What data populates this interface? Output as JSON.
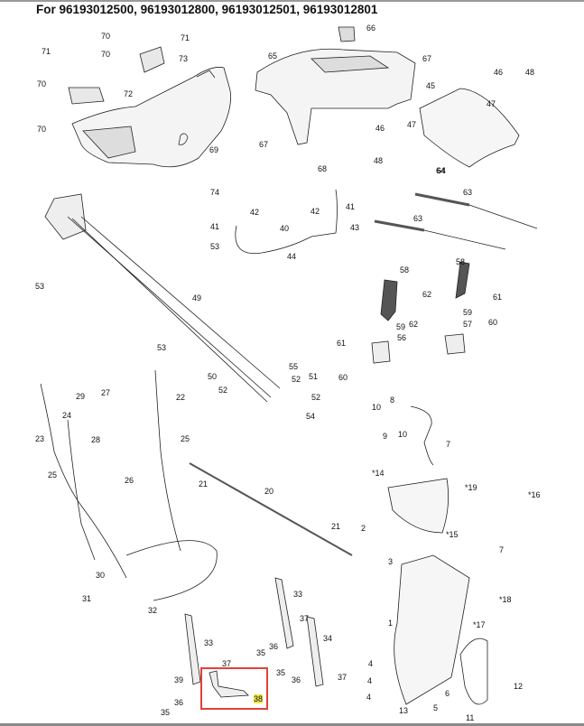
{
  "header": {
    "title": "For 96193012500,  96193012800, 96193012501, 96193012801"
  },
  "highlight": {
    "part_number": "38",
    "box_color": "#e0413a",
    "label_highlight_color": "#f3e84a"
  },
  "parts": [
    {
      "id": "p70a",
      "label": "70"
    },
    {
      "id": "p71a",
      "label": "71"
    },
    {
      "id": "p70b",
      "label": "70"
    },
    {
      "id": "p73",
      "label": "73"
    },
    {
      "id": "p71b",
      "label": "71"
    },
    {
      "id": "p70c",
      "label": "70"
    },
    {
      "id": "p72",
      "label": "72"
    },
    {
      "id": "p70d",
      "label": "70"
    },
    {
      "id": "p69",
      "label": "69"
    },
    {
      "id": "p66",
      "label": "66"
    },
    {
      "id": "p65",
      "label": "65"
    },
    {
      "id": "p67a",
      "label": "67"
    },
    {
      "id": "p67b",
      "label": "67"
    },
    {
      "id": "p68",
      "label": "68"
    },
    {
      "id": "p46a",
      "label": "46"
    },
    {
      "id": "p47a",
      "label": "47"
    },
    {
      "id": "p48a",
      "label": "48"
    },
    {
      "id": "p45",
      "label": "45"
    },
    {
      "id": "p46b",
      "label": "46"
    },
    {
      "id": "p48b",
      "label": "48"
    },
    {
      "id": "p47b",
      "label": "47"
    },
    {
      "id": "p64a",
      "label": "64"
    },
    {
      "id": "p74",
      "label": "74"
    },
    {
      "id": "p42a",
      "label": "42"
    },
    {
      "id": "p41a",
      "label": "41"
    },
    {
      "id": "p42b",
      "label": "42"
    },
    {
      "id": "p41b",
      "label": "41"
    },
    {
      "id": "p43",
      "label": "43"
    },
    {
      "id": "p40",
      "label": "40"
    },
    {
      "id": "p44",
      "label": "44"
    },
    {
      "id": "p53a",
      "label": "53"
    },
    {
      "id": "p53b",
      "label": "53"
    },
    {
      "id": "p49",
      "label": "49"
    },
    {
      "id": "p64b",
      "label": "64"
    },
    {
      "id": "p63a",
      "label": "63"
    },
    {
      "id": "p63b",
      "label": "63"
    },
    {
      "id": "p58a",
      "label": "58"
    },
    {
      "id": "p58b",
      "label": "58"
    },
    {
      "id": "p62a",
      "label": "62"
    },
    {
      "id": "p61a",
      "label": "61"
    },
    {
      "id": "p62b",
      "label": "62"
    },
    {
      "id": "p59a",
      "label": "59"
    },
    {
      "id": "p59b",
      "label": "59"
    },
    {
      "id": "p57",
      "label": "57"
    },
    {
      "id": "p56",
      "label": "56"
    },
    {
      "id": "p60a",
      "label": "60"
    },
    {
      "id": "p61b",
      "label": "61"
    },
    {
      "id": "p60b",
      "label": "60"
    },
    {
      "id": "p53c",
      "label": "53"
    },
    {
      "id": "p55",
      "label": "55"
    },
    {
      "id": "p50",
      "label": "50"
    },
    {
      "id": "p52a",
      "label": "52"
    },
    {
      "id": "p51",
      "label": "51"
    },
    {
      "id": "p52b",
      "label": "52"
    },
    {
      "id": "p52c",
      "label": "52"
    },
    {
      "id": "p54",
      "label": "54"
    },
    {
      "id": "p27",
      "label": "27"
    },
    {
      "id": "p29",
      "label": "29"
    },
    {
      "id": "p22",
      "label": "22"
    },
    {
      "id": "p24",
      "label": "24"
    },
    {
      "id": "p28",
      "label": "28"
    },
    {
      "id": "p23",
      "label": "23"
    },
    {
      "id": "p25a",
      "label": "25"
    },
    {
      "id": "p25b",
      "label": "25"
    },
    {
      "id": "p26",
      "label": "26"
    },
    {
      "id": "p8",
      "label": "8"
    },
    {
      "id": "p10a",
      "label": "10"
    },
    {
      "id": "p9",
      "label": "9"
    },
    {
      "id": "p10b",
      "label": "10"
    },
    {
      "id": "p7a",
      "label": "7"
    },
    {
      "id": "p14",
      "label": "*14"
    },
    {
      "id": "p19",
      "label": "*19"
    },
    {
      "id": "p16",
      "label": "*16"
    },
    {
      "id": "p2",
      "label": "2"
    },
    {
      "id": "p15",
      "label": "*15"
    },
    {
      "id": "p7b",
      "label": "7"
    },
    {
      "id": "p21a",
      "label": "21"
    },
    {
      "id": "p20",
      "label": "20"
    },
    {
      "id": "p21b",
      "label": "21"
    },
    {
      "id": "p30",
      "label": "30"
    },
    {
      "id": "p31",
      "label": "31"
    },
    {
      "id": "p32",
      "label": "32"
    },
    {
      "id": "p33a",
      "label": "33"
    },
    {
      "id": "p37a",
      "label": "37"
    },
    {
      "id": "p35a",
      "label": "35"
    },
    {
      "id": "p36a",
      "label": "36"
    },
    {
      "id": "p34",
      "label": "34"
    },
    {
      "id": "p35b",
      "label": "35"
    },
    {
      "id": "p36b",
      "label": "36"
    },
    {
      "id": "p37b",
      "label": "37"
    },
    {
      "id": "p33b",
      "label": "33"
    },
    {
      "id": "p37c",
      "label": "37"
    },
    {
      "id": "p39",
      "label": "39"
    },
    {
      "id": "p36c",
      "label": "36"
    },
    {
      "id": "p35c",
      "label": "35"
    },
    {
      "id": "p38",
      "label": "38"
    },
    {
      "id": "p3",
      "label": "3"
    },
    {
      "id": "p18",
      "label": "*18"
    },
    {
      "id": "p1",
      "label": "1"
    },
    {
      "id": "p17",
      "label": "*17"
    },
    {
      "id": "p4a",
      "label": "4"
    },
    {
      "id": "p4b",
      "label": "4"
    },
    {
      "id": "p4c",
      "label": "4"
    },
    {
      "id": "p13",
      "label": "13"
    },
    {
      "id": "p6",
      "label": "6"
    },
    {
      "id": "p5",
      "label": "5"
    },
    {
      "id": "p12",
      "label": "12"
    },
    {
      "id": "p11",
      "label": "11"
    }
  ]
}
